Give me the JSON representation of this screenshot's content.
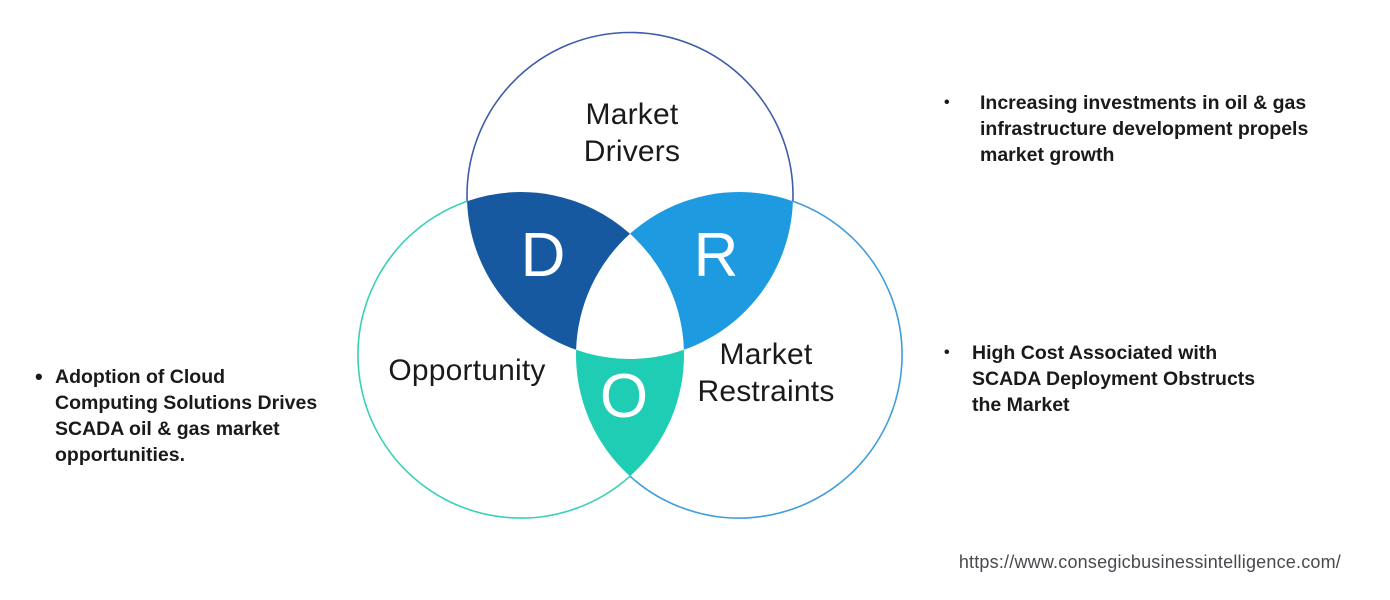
{
  "venn": {
    "circles": {
      "drivers": {
        "label_line1": "Market",
        "label_line2": "Drivers",
        "letter": "D"
      },
      "opportunity": {
        "label": "Opportunity",
        "letter": "O"
      },
      "restraints": {
        "label_line1": "Market",
        "label_line2": "Restraints",
        "letter": "R"
      }
    }
  },
  "bullets": {
    "bullet_char": "•",
    "opportunity": {
      "lines": [
        "Adoption of Cloud",
        "Computing Solutions Drives",
        "SCADA oil & gas market",
        "opportunities."
      ]
    },
    "drivers": {
      "lines": [
        "Increasing investments in oil & gas",
        "infrastructure development propels",
        "market growth"
      ]
    },
    "restraints": {
      "lines": [
        "High Cost Associated with",
        "SCADA Deployment Obstructs",
        "the Market"
      ]
    }
  },
  "footer": {
    "url": "https://www.consegicbusinessintelligence.com/"
  },
  "colors": {
    "drivers_fill": "#1659A0",
    "restraints_fill": "#1E9BE0",
    "opportunity_fill": "#1ECDB4",
    "drivers_outline": "#3D5CAB",
    "opportunity_outline": "#38D1B8",
    "restraints_outline": "#3E9EDA",
    "letter_text": "#FFFFFF",
    "label_text": "#1A1A1A",
    "url_text": "#49494F"
  }
}
